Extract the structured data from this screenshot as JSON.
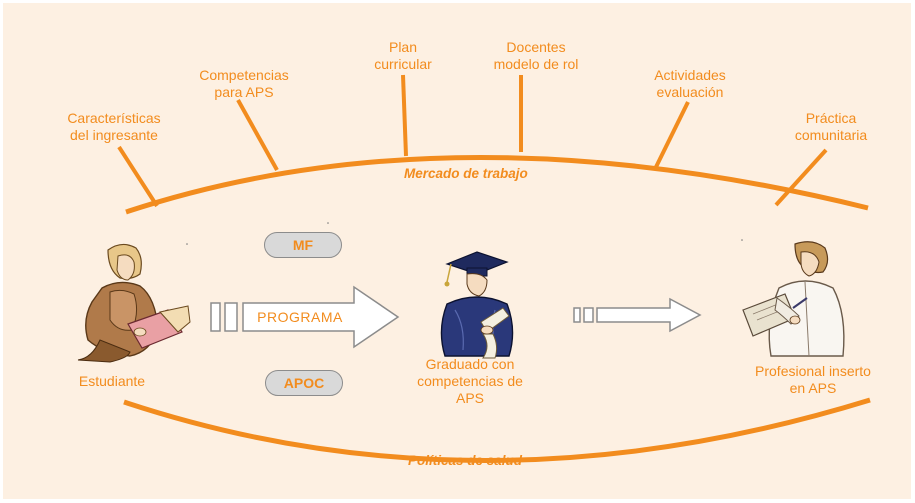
{
  "colors": {
    "accent": "#f28c1e",
    "background": "#fdf0e2",
    "pill_fill": "#d9d9d9"
  },
  "factors": [
    {
      "label": "Características\ndel ingresante"
    },
    {
      "label": "Competencias\npara APS"
    },
    {
      "label": "Plan\ncurricular"
    },
    {
      "label": "Docentes\nmodelo de rol"
    },
    {
      "label": "Actividades\nevaluación"
    },
    {
      "label": "Práctica\ncomunitaria"
    }
  ],
  "context": {
    "top": "Mercado de trabajo",
    "bottom": "Políticas de salud"
  },
  "badges": {
    "mf": "MF",
    "apoc": "APOC"
  },
  "program_arrow": {
    "label": "PROGRAMA"
  },
  "stages": {
    "student": "Estudiante",
    "graduate": "Graduado con\ncompetencias de\nAPS",
    "professional": "Profesional inserto\nen APS"
  }
}
